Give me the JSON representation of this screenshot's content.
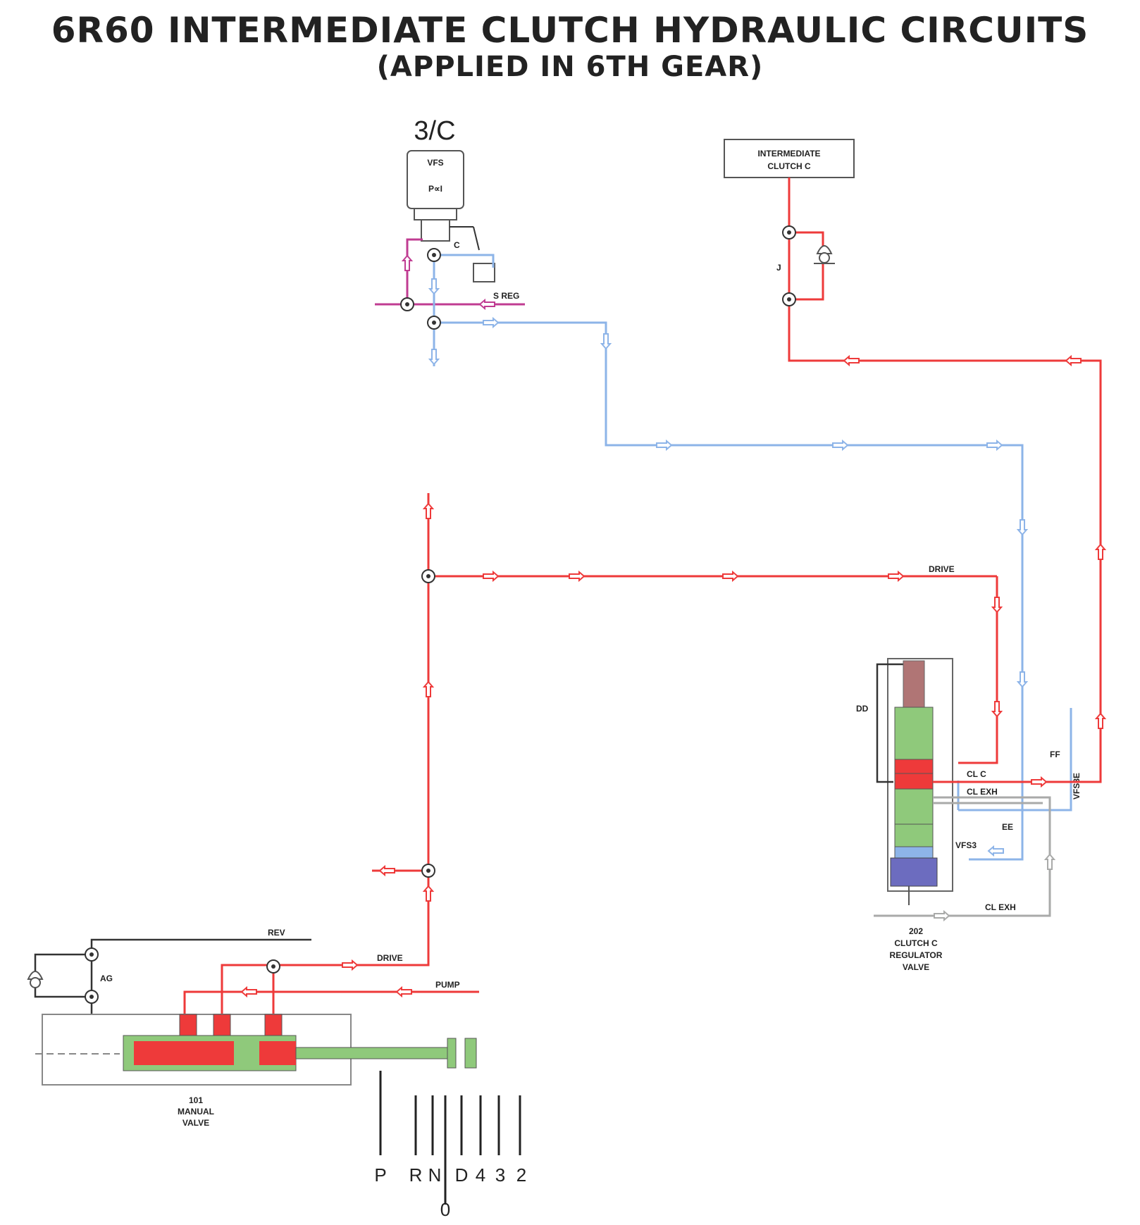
{
  "title": "6R60 INTERMEDIATE CLUTCH HYDRAULIC CIRCUITS",
  "subtitle": "(APPLIED IN 6TH GEAR)",
  "colors": {
    "drive_red": "#ee3a3a",
    "vfs_blue": "#8db4e8",
    "sreg_magenta": "#c03c92",
    "exhaust_gray": "#a9aaa9",
    "valve_green": "#8fc97b",
    "spool_purple": "#6c6cbf",
    "outline": "#555555"
  },
  "solenoid": {
    "group": "3/C",
    "type": "VFS",
    "formula": "P∝I",
    "c_label": "C",
    "sreg_label": "S REG"
  },
  "clutch_box": {
    "line1": "INTERMEDIATE",
    "line2": "CLUTCH C"
  },
  "check_labels": {
    "j": "J",
    "dd": "DD",
    "ff": "FF",
    "ee": "EE",
    "ag": "AG"
  },
  "circuits": {
    "drive_top": "DRIVE",
    "drive_bottom": "DRIVE",
    "rev": "REV",
    "pump": "PUMP",
    "cl_c": "CL C",
    "cl_exh_1": "CL EXH",
    "cl_exh_2": "CL EXH",
    "vfs3": "VFS3",
    "vfs3e": "VFS3E"
  },
  "regulator_valve": {
    "number": "202",
    "name_line1": "CLUTCH C",
    "name_line2": "REGULATOR",
    "name_line3": "VALVE"
  },
  "manual_valve": {
    "number": "101",
    "name_line1": "MANUAL",
    "name_line2": "VALVE"
  },
  "gear_positions": [
    "P",
    "R",
    "N",
    "D",
    "4",
    "3",
    "2"
  ],
  "gear_zero": "0"
}
